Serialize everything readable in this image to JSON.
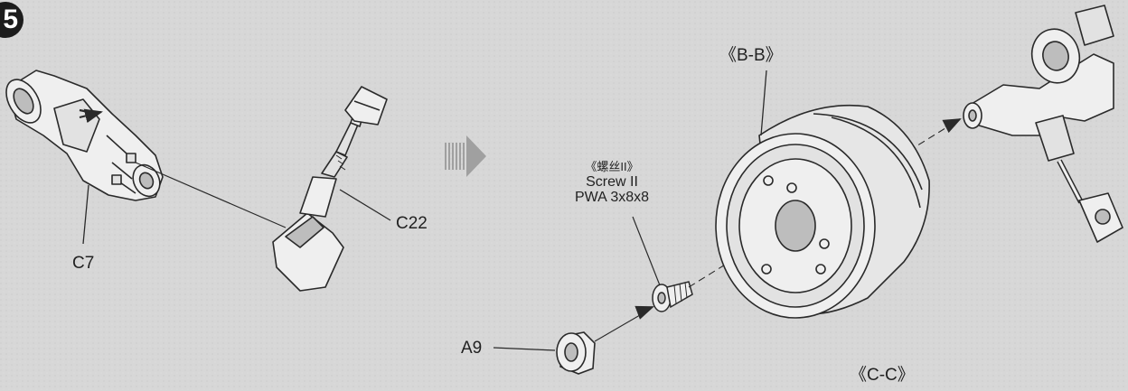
{
  "step_number": "5",
  "labels": {
    "c7": "C7",
    "c22": "C22",
    "bb": "《B-B》",
    "cc": "《C-C》",
    "a9": "A9"
  },
  "screw": {
    "cn": "《螺丝II》",
    "en": "Screw II",
    "spec": "PWA 3x8x8"
  },
  "colors": {
    "background": "#d7d7d7",
    "line": "#2a2a2a",
    "part_fill": "#efefef",
    "shade": "#bdbdbd"
  }
}
